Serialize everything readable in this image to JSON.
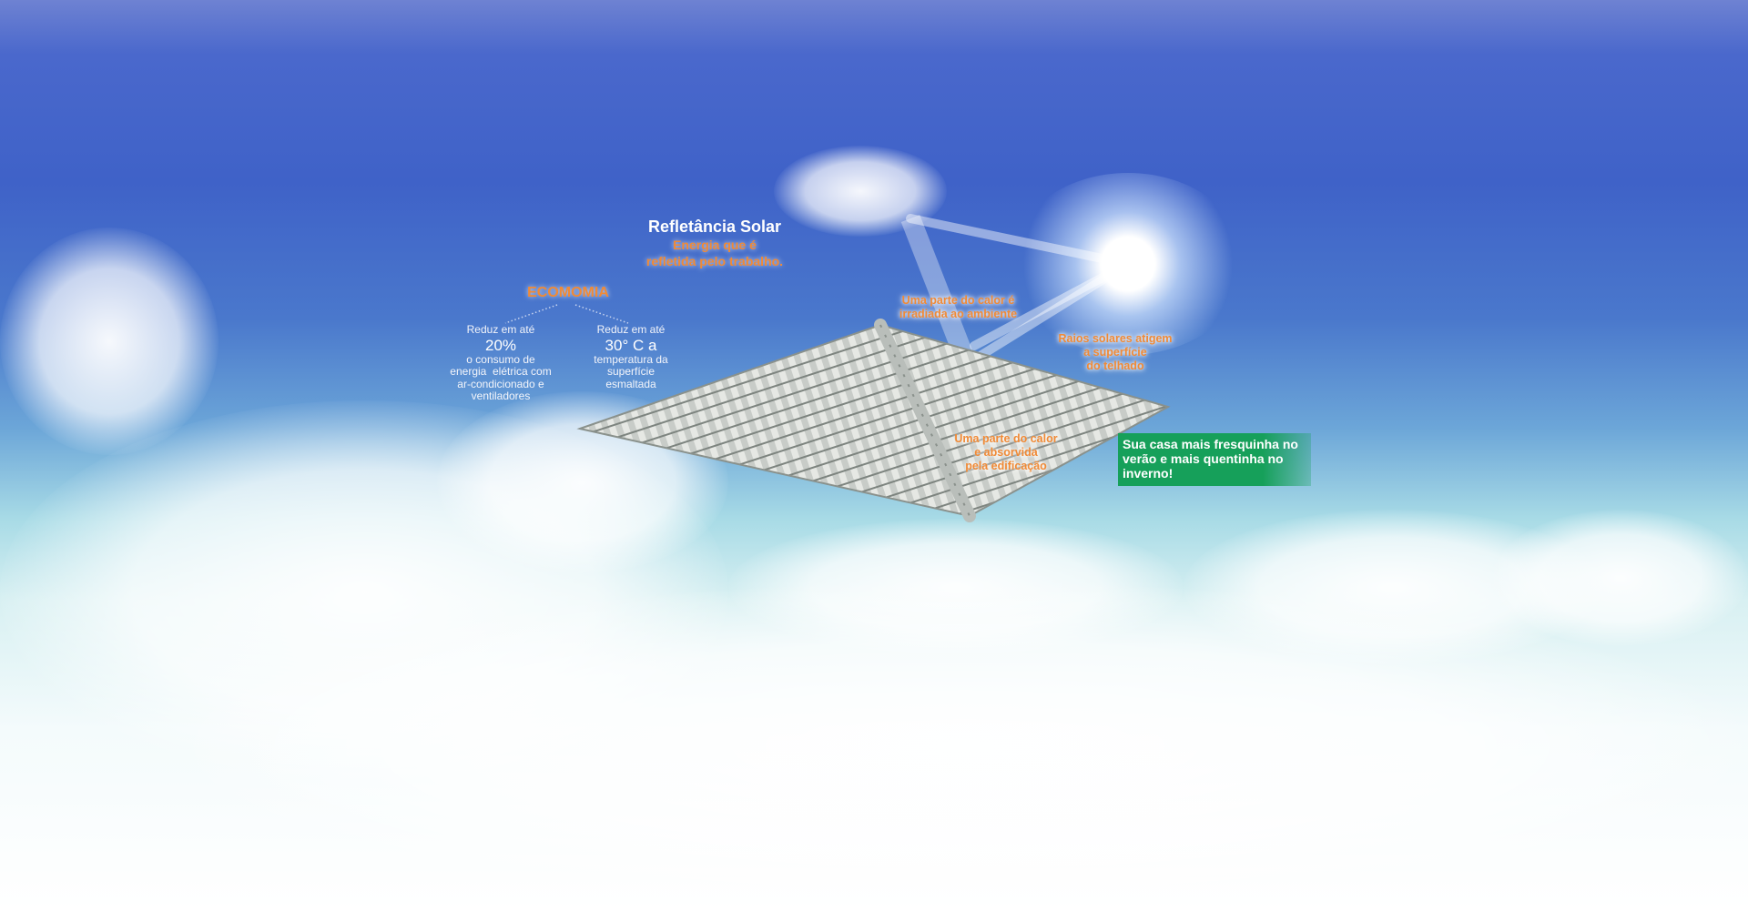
{
  "headline": {
    "title": "Refletância Solar",
    "subtitle_line1": "Energia que é",
    "subtitle_line2": "refletida pelo trabalho."
  },
  "economy": {
    "title": "ECOMOMIA",
    "left": {
      "line1": "Reduz em até",
      "value": "20%",
      "line2": "o consumo de",
      "line3": "energia  elétrica com",
      "line4": "ar-condicionado e",
      "line5": "ventiladores"
    },
    "right": {
      "line1": "Reduz em até",
      "value": "30° C a",
      "line2": "temperatura da",
      "line3": "superfície",
      "line4": "esmaltada"
    }
  },
  "notes": {
    "radiated": {
      "line1": "Uma parte do calor é",
      "line2": "irradiada ao ambiente"
    },
    "rays": {
      "line1": "Raios solares atigem",
      "line2": "a superfície",
      "line3": "do telhado"
    },
    "absorbed": {
      "line1": "Uma parte do calor",
      "line2": "e absorvida",
      "line3": "pela edificação"
    }
  },
  "promo": {
    "line1": "Sua casa mais fresquinha no",
    "line2": "verão e mais quentinha no",
    "line3": "inverno!",
    "color": "#16a05a"
  }
}
